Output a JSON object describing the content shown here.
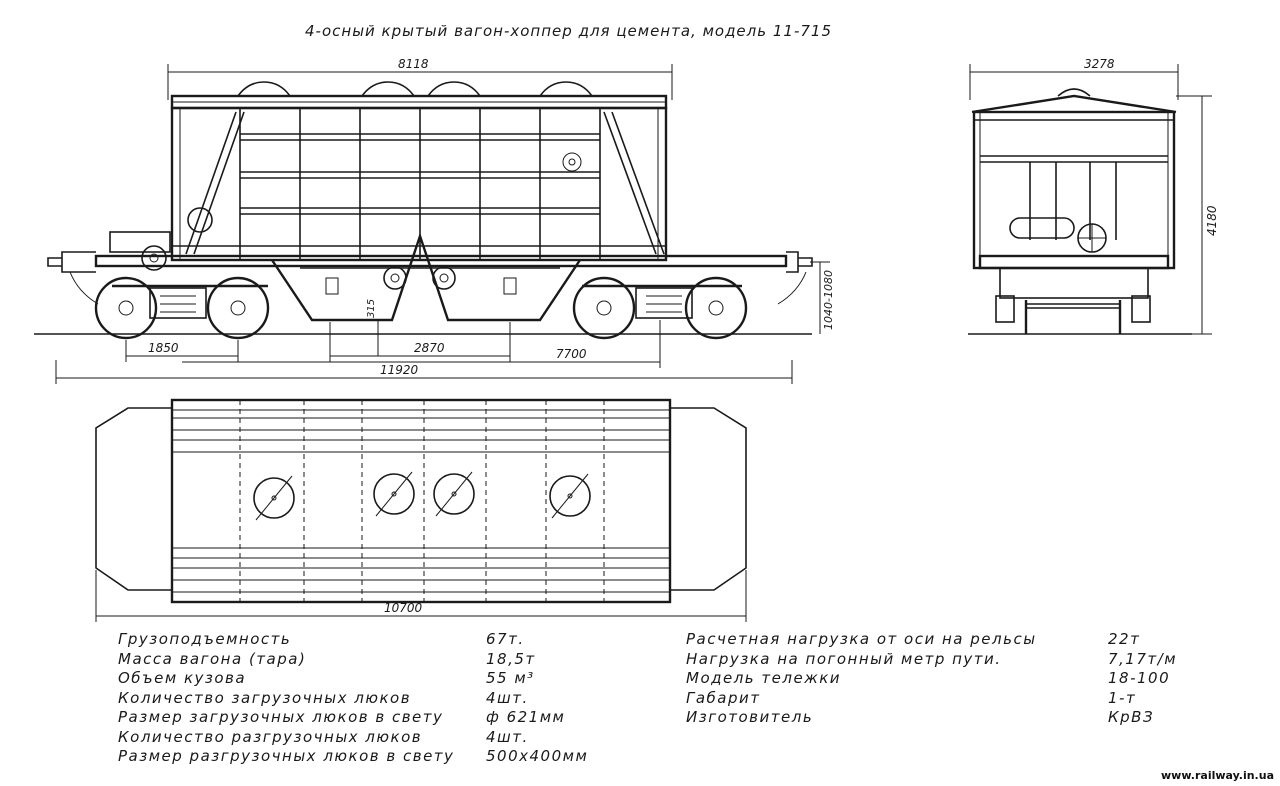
{
  "title": "4-осный крытый вагон-хоппер для цемента, модель 11-715",
  "dimensions": {
    "side_body_length": "8118",
    "end_width": "3278",
    "end_height": "4180",
    "axle_base": "1850",
    "hatch_spacing": "2870",
    "bogie_centers": "7700",
    "overall_length": "11920",
    "coupler_height": "1040-1080",
    "hopper_clearance": "315",
    "plan_length": "10700"
  },
  "specs_left": [
    {
      "label": "Грузоподъемность",
      "value": "67т."
    },
    {
      "label": "Масса вагона (тара)",
      "value": "18,5т"
    },
    {
      "label": "Объем кузова",
      "value": "55 м³"
    },
    {
      "label": "Количество загрузочных люков",
      "value": "4шт."
    },
    {
      "label": "Размер загрузочных люков в свету",
      "value": "ф 621мм"
    },
    {
      "label": "Количество разгрузочных люков",
      "value": "4шт."
    },
    {
      "label": "Размер разгрузочных люков в свету",
      "value": "500х400мм"
    }
  ],
  "specs_right": [
    {
      "label": "Расчетная нагрузка от оси на рельсы",
      "value": "22т"
    },
    {
      "label": "Нагрузка на погонный метр пути.",
      "value": "7,17т/м"
    },
    {
      "label": "Модель тележки",
      "value": "18-100"
    },
    {
      "label": "Габарит",
      "value": "1-т"
    },
    {
      "label": "Изготовитель",
      "value": "КрВЗ"
    }
  ],
  "watermark": "www.railway.in.ua"
}
